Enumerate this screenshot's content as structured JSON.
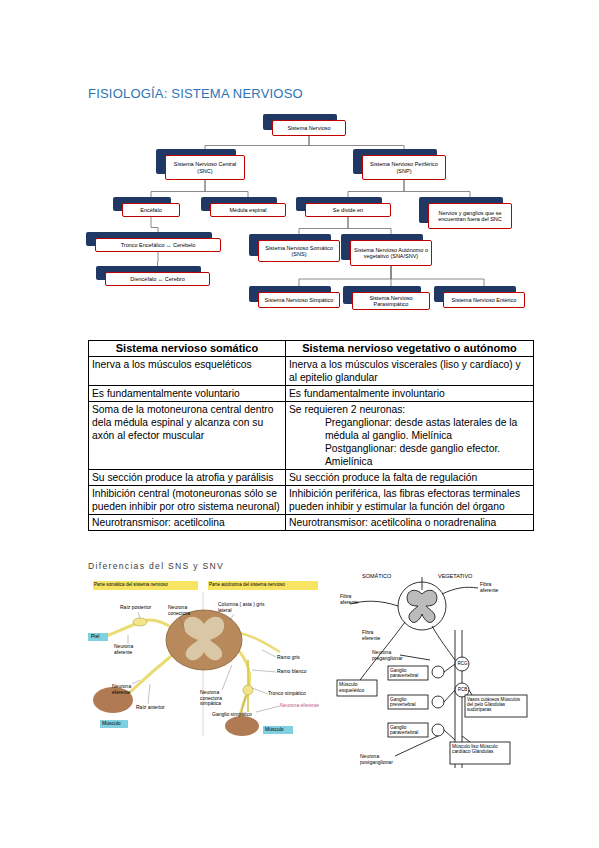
{
  "diagram": {
    "title": "FISIOLOGÍA: SISTEMA NERVIOSO",
    "caption": "Diferencias del SNS y SNV",
    "nodes": [
      {
        "text": [
          "Sistema Nervioso"
        ]
      },
      {
        "text": [
          "Sistema Nervioso Central (SNC)"
        ]
      },
      {
        "text": [
          "Sistema Nervioso Periférico (SNP)"
        ]
      },
      {
        "text": [
          "Encéfalo"
        ]
      },
      {
        "text": [
          "Médula espinal"
        ]
      },
      {
        "text": [
          "Se divide en"
        ]
      },
      {
        "text": [
          "Nervios y ganglios que se encuentran fuera del SNC"
        ]
      },
      {
        "text": [
          "Tronco Encefálico ↔ Cerebelo"
        ]
      },
      {
        "text": [
          "Diencéfalo ↔ Cerebro"
        ]
      },
      {
        "text": [
          "Sistema Nervioso Somático (SNS)"
        ]
      },
      {
        "text": [
          "Sistema Nervioso Autónomo o vegetativo (SNA/SNV)"
        ]
      },
      {
        "text": [
          "Sistema Nervioso Simpático"
        ]
      },
      {
        "text": [
          "Sistema Nervioso Parasimpático"
        ]
      },
      {
        "text": [
          "Sistema Nervioso Entérico"
        ]
      }
    ],
    "edges": [
      {
        "from": 0,
        "to": 1,
        "arrow": "none"
      },
      {
        "from": 0,
        "to": 2,
        "arrow": "none"
      },
      {
        "from": 1,
        "to": 3,
        "arrow": "none"
      },
      {
        "from": 1,
        "to": 4,
        "arrow": "none"
      },
      {
        "from": 2,
        "to": 5,
        "arrow": "none"
      },
      {
        "from": 2,
        "to": 6,
        "arrow": "none"
      },
      {
        "from": 3,
        "to": 7,
        "arrow": "none"
      },
      {
        "from": 7,
        "to": 8,
        "arrow": "none"
      },
      {
        "from": 5,
        "to": 9,
        "arrow": "none"
      },
      {
        "from": 5,
        "to": 10,
        "arrow": "none"
      },
      {
        "from": 10,
        "to": 11,
        "arrow": "none"
      },
      {
        "from": 10,
        "to": 12,
        "arrow": "none"
      },
      {
        "from": 10,
        "to": 13,
        "arrow": "none"
      }
    ],
    "labels": [
      "Sistema nervioso somático",
      "Sistema nervioso vegetativo o autónomo",
      "Inerva a los músculos esqueléticos",
      "Inerva a los músculos viscerales (liso y cardíaco) y al epitelio glandular",
      "Es fundamentalmente voluntario",
      "Es fundamentalmente involuntario",
      "Soma de la motoneurona central dentro dela médula espinal y alcanza con su axón al efector muscular",
      "Se requieren 2 neuronas:",
      "Preganglionar: desde astas laterales de la médula al ganglio. Mielínica",
      "Postganglionar: desde ganglio efector. Amielínica",
      "Su sección produce la atrofia y parálisis",
      "Su sección produce la falta de regulación",
      "Inhibición central (motoneuronas sólo se pueden inhibir por otro sistema neuronal)",
      "Inhibición periférica, las fibras efectoras terminales pueden inhibir y estimular la función del órgano",
      "Neurotransmisor: acetilcolina",
      "Neurotransmisor: acetilcolina o noradrenalina",
      "Parte somática del sistema nervioso",
      "Parte autónoma del sistema nervioso",
      "Raíz posterior",
      "Neurona conectora",
      "Neurona aferente",
      "Piel",
      "Neurona eferente",
      "Raíz anterior",
      "Músculo",
      "Columna ( asta ) gris lateral",
      "Ramo gris",
      "Ramo blanco",
      "Tronco simpático",
      "Neurona conectora simpática",
      "Ganglio simpático",
      "Neurona eferente",
      "Músculo",
      "SOMÁTICO",
      "VEGETATIVO",
      "Fibra aferente",
      "Fibra aferente",
      "Fibra eferente",
      "Neurona preganglionar",
      "Músculo esquelético",
      "Ganglio paravertebral",
      "RCG",
      "RCB",
      "Ganglio prevertebral",
      "Vasos cutáneos Músculos del pelo Glándulas sudoríparas",
      "Ganglio paravertebral",
      "Neurona postganglionar",
      "Músculo liso Músculo cardíaco Glándulas"
    ]
  }
}
